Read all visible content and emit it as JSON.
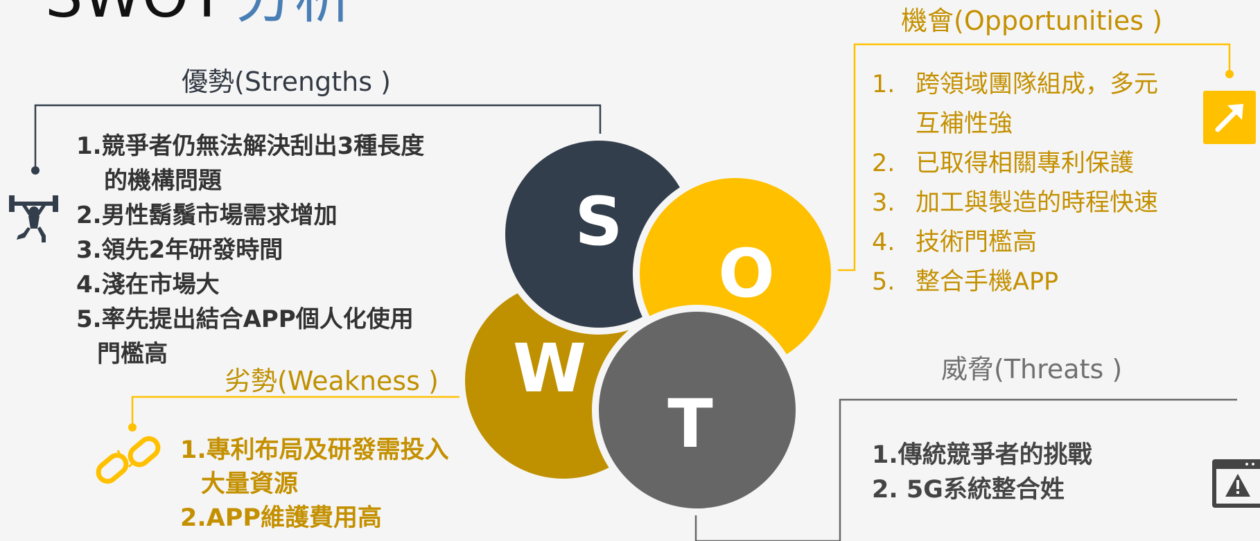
{
  "title": {
    "en": "SWOT",
    "zh": "分析"
  },
  "strengths": {
    "heading": "優勢(Strengths )",
    "items": [
      "1.競爭者仍無法解決刮出3種長度",
      "的機構問題",
      "2.男性鬍鬚市場需求增加",
      "3.領先2年研發時間",
      "4.淺在市場大",
      "5.率先提出結合APP個人化使用",
      "門檻高"
    ]
  },
  "opportunities": {
    "heading": "機會(Opportunities )",
    "numbers": [
      "1.",
      "2.",
      "3.",
      "4.",
      "5."
    ],
    "items": [
      "跨領域團隊組成，多元",
      "已取得相關專利保護",
      "加工與製造的時程快速",
      "技術門檻高",
      "整合手機APP"
    ],
    "continuation": "互補性強"
  },
  "weakness": {
    "heading": "劣勢(Weakness )",
    "items": [
      "1.專利布局及研發需投入",
      "大量資源",
      "2.APP維護費用高"
    ]
  },
  "threats": {
    "heading": "威脅(Threats )",
    "items": [
      "1.傳統競爭者的挑戰",
      "2. 5G系統整合姓"
    ]
  },
  "letters": {
    "s": "S",
    "o": "O",
    "w": "W",
    "t": "T"
  },
  "colors": {
    "strengths": "#333e4c",
    "opportunities": "#ffc000",
    "weakness": "#bf9000",
    "threats": "#666666",
    "title_zh": "#4a7fb5"
  },
  "icons": {
    "strengths": "weightlifter-icon",
    "opportunities": "arrow-up-right-icon",
    "weakness": "broken-chain-icon",
    "threats": "warning-window-icon"
  }
}
